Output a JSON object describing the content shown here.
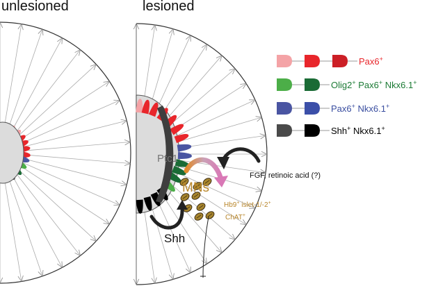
{
  "panels": {
    "left_title": "unlesioned",
    "right_title": "lesioned"
  },
  "labels": {
    "ptc1": "Ptc1",
    "mns": "MNs",
    "shh": "Shh",
    "fgf": "FGF, retinoic acid (?)",
    "hb9_a": "Hb9",
    "hb9_sup_a": "+",
    "hb9_b": " islet-1/-2",
    "hb9_sup_b": "+",
    "chat": "ChAT",
    "chat_sup": "+"
  },
  "legend": [
    {
      "parts": [
        {
          "t": "Pax6"
        },
        {
          "t": "+",
          "sup": true
        }
      ],
      "color": "#e8262b",
      "shapes": [
        "#f4a3a6",
        "#e8262b",
        "#cc1f26"
      ]
    },
    {
      "parts": [
        {
          "t": "Olig2"
        },
        {
          "t": "+",
          "sup": true
        },
        {
          "t": " Pax6"
        },
        {
          "t": "+",
          "sup": true
        },
        {
          "t": " Nkx6.1"
        },
        {
          "t": "+",
          "sup": true
        }
      ],
      "color": "#1b7a34",
      "shapes": [
        "#4cae48",
        "#1a6b35"
      ]
    },
    {
      "parts": [
        {
          "t": "Pax6"
        },
        {
          "t": "+",
          "sup": true
        },
        {
          "t": " Nkx6.1"
        },
        {
          "t": "+",
          "sup": true
        }
      ],
      "color": "#3a4ea0",
      "shapes": [
        "#4a55a2",
        "#3b4fa8"
      ]
    },
    {
      "parts": [
        {
          "t": "Shh"
        },
        {
          "t": "+",
          "sup": true
        },
        {
          "t": " Nkx6.1"
        },
        {
          "t": "+",
          "sup": true
        }
      ],
      "color": "#000000",
      "shapes": [
        "#4a4a4a",
        "#000000"
      ]
    }
  ],
  "colors": {
    "pink": "#f4a3a6",
    "red": "#e8262b",
    "green_light": "#4cae48",
    "green_dark": "#1a6b35",
    "blue": "#4a55a2",
    "grey": "#4a4a4a",
    "black": "#000000",
    "mn_fill": "#a8862e",
    "mn_text": "#b8862b",
    "lumen": "#dcdcdc"
  }
}
